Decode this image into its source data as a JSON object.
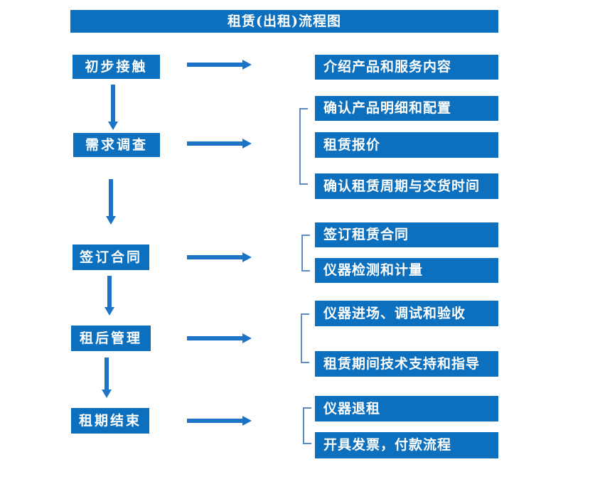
{
  "title": "租赁(出租)流程图",
  "colors": {
    "box_blue": "#0c70be",
    "arrow_blue": "#1b74c6",
    "bracket_blue": "#5b8cc8",
    "text_white": "#ffffff",
    "background": "#ffffff"
  },
  "steps": [
    {
      "label": "初步接触",
      "details": [
        "介绍产品和服务内容"
      ]
    },
    {
      "label": "需求调查",
      "details": [
        "确认产品明细和配置",
        "租赁报价",
        "确认租赁周期与交货时间"
      ]
    },
    {
      "label": "签订合同",
      "details": [
        "签订租赁合同",
        "仪器检测和计量"
      ]
    },
    {
      "label": "租后管理",
      "details": [
        "仪器进场、调试和验收",
        "租赁期间技术支持和指导"
      ]
    },
    {
      "label": "租期结束",
      "details": [
        "仪器退租",
        "开具发票，付款流程"
      ]
    }
  ]
}
